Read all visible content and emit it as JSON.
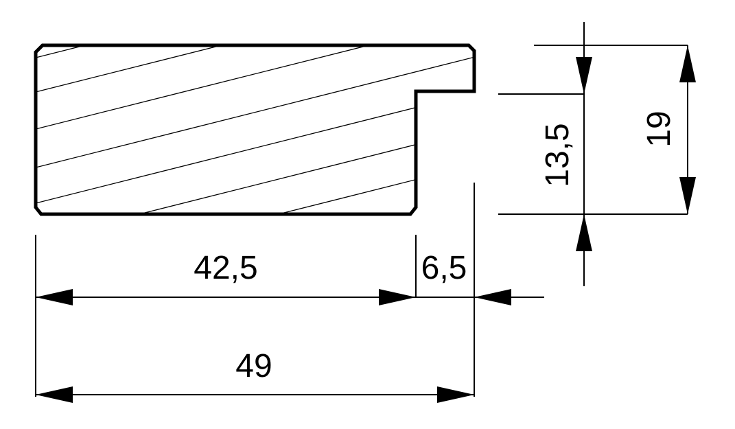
{
  "drawing": {
    "line_color": "#000000",
    "background_color": "#ffffff"
  },
  "dimensions": {
    "width_main": "42,5",
    "width_step": "6,5",
    "width_total": "49",
    "height_step": "13,5",
    "height_total": "19"
  }
}
